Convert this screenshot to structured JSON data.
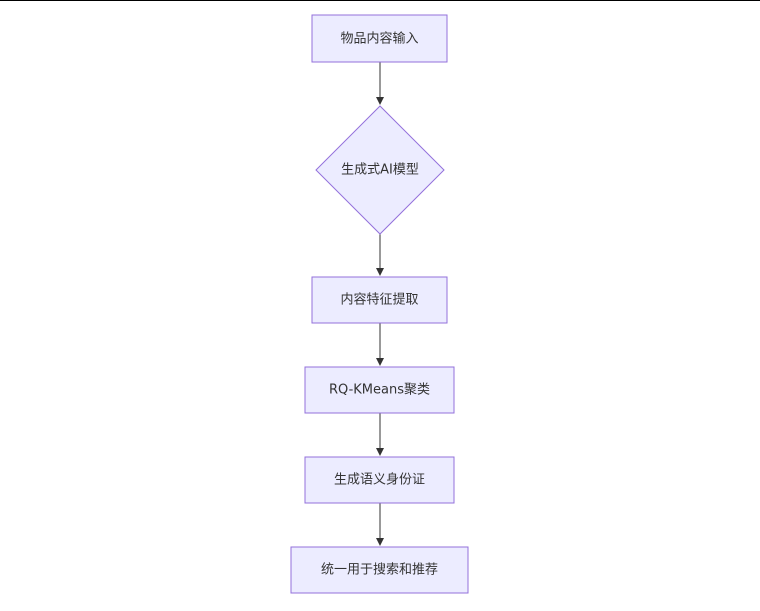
{
  "diagram": {
    "type": "flowchart",
    "direction": "top-to-bottom",
    "colors": {
      "node_fill": "#ececff",
      "node_stroke": "#9370db",
      "edge": "#333333",
      "text": "#333333"
    },
    "nodes": [
      {
        "id": "input",
        "shape": "rectangle",
        "label": "物品内容输入"
      },
      {
        "id": "model",
        "shape": "diamond",
        "label": "生成式AI模型"
      },
      {
        "id": "extract",
        "shape": "rectangle",
        "label": "内容特征提取"
      },
      {
        "id": "cluster",
        "shape": "rectangle",
        "label": "RQ-KMeans聚类"
      },
      {
        "id": "semantic_id",
        "shape": "rectangle",
        "label": "生成语义身份证"
      },
      {
        "id": "unified",
        "shape": "rectangle",
        "label": "统一用于搜索和推荐"
      }
    ],
    "edges": [
      {
        "from": "input",
        "to": "model"
      },
      {
        "from": "model",
        "to": "extract"
      },
      {
        "from": "extract",
        "to": "cluster"
      },
      {
        "from": "cluster",
        "to": "semantic_id"
      },
      {
        "from": "semantic_id",
        "to": "unified"
      }
    ]
  }
}
